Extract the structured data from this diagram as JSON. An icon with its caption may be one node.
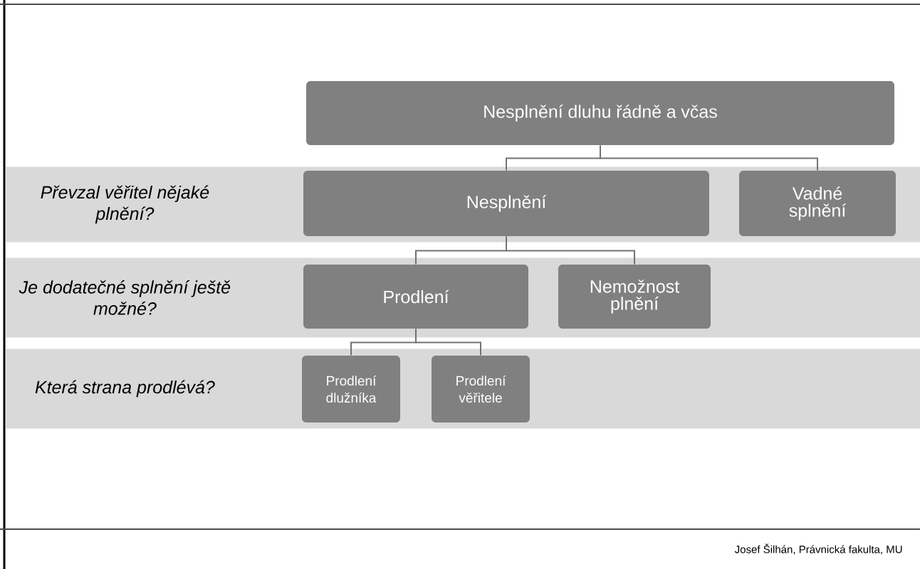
{
  "diagram": {
    "nodes": [
      {
        "text": [
          "Nesplnění dluhu řádně a včas"
        ]
      },
      {
        "text": [
          "Převzal věřitel nějaké plnění?"
        ]
      },
      {
        "text": [
          "Nesplnění"
        ],
        "in": 1
      },
      {
        "text": [
          "Vadné splnění"
        ],
        "in": 1
      },
      {
        "text": [
          "Je dodatečné splnění ještě možné?"
        ]
      },
      {
        "text": [
          "Prodlení"
        ],
        "in": 4
      },
      {
        "text": [
          "Nemožnost plnění"
        ],
        "in": 4
      },
      {
        "text": [
          "Která strana prodlévá?"
        ]
      },
      {
        "text": [
          "Prodlení dlužníka"
        ],
        "in": 7
      },
      {
        "text": [
          "Prodlení věřitele"
        ],
        "in": 7
      }
    ],
    "edges": [
      {
        "from": 0,
        "to": 2,
        "arrow": "none"
      },
      {
        "from": 0,
        "to": 3,
        "arrow": "none"
      },
      {
        "from": 2,
        "to": 5,
        "arrow": "none"
      },
      {
        "from": 2,
        "to": 6,
        "arrow": "none"
      },
      {
        "from": 5,
        "to": 8,
        "arrow": "none"
      },
      {
        "from": 5,
        "to": 9,
        "arrow": "none"
      }
    ],
    "labels": [
      "Josef Šilhán, Právnická fakulta, MU"
    ]
  }
}
